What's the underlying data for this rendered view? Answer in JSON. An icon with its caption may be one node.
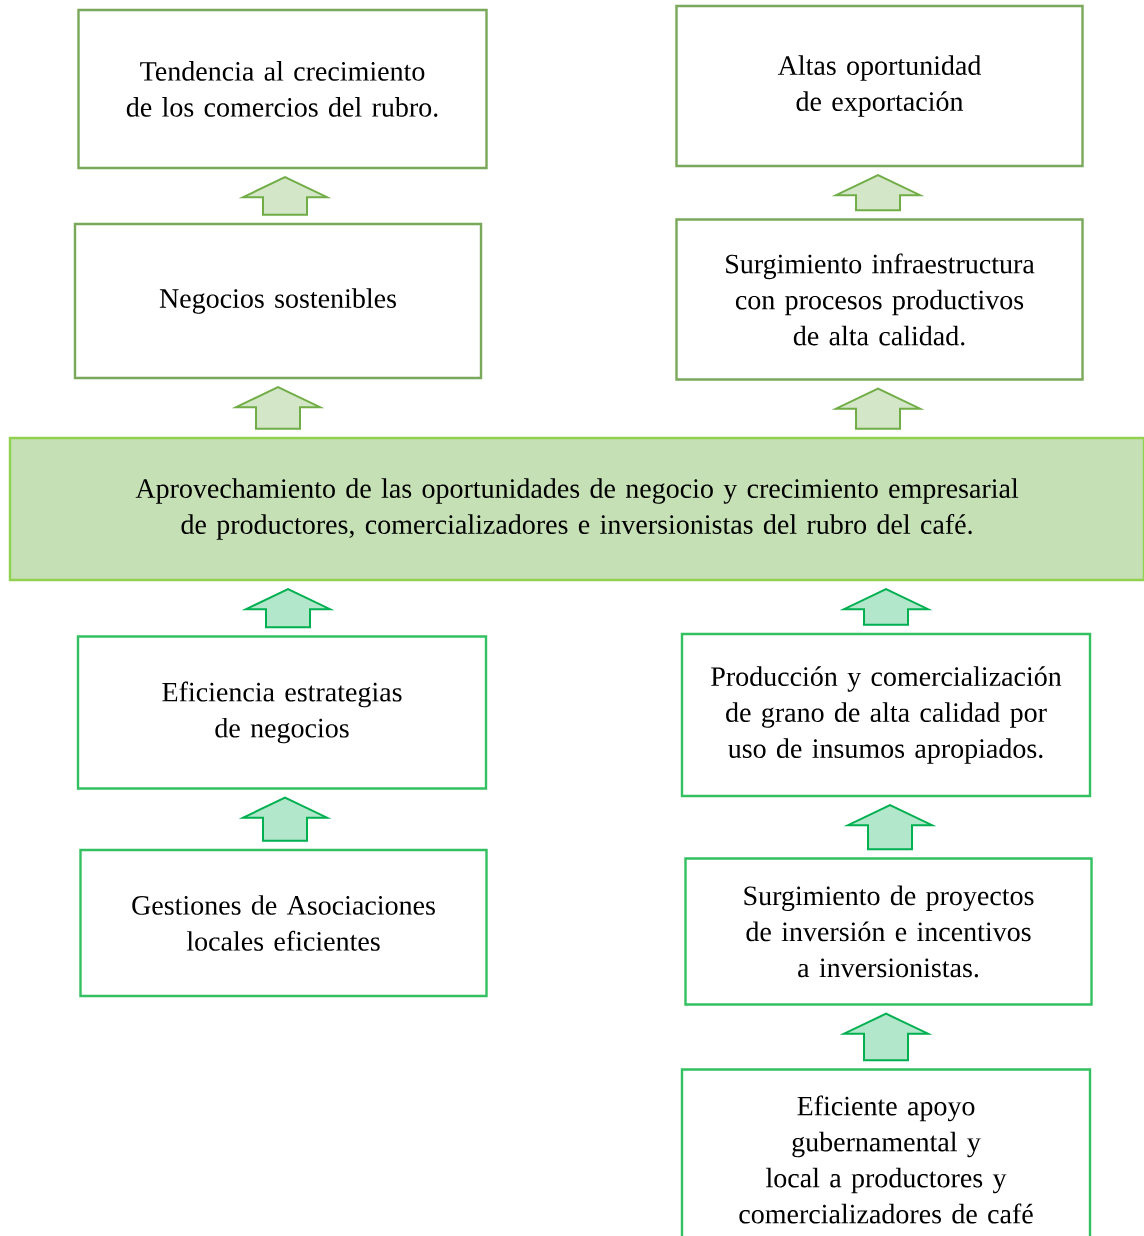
{
  "diagram": {
    "nodes": [
      {
        "text": [
          "Tendencia al crecimiento de los comercios del rubro."
        ]
      },
      {
        "text": [
          "Altas oportunidad de exportación"
        ]
      },
      {
        "text": [
          "Negocios sostenibles"
        ]
      },
      {
        "text": [
          "Surgimiento infraestructura con procesos productivos de alta calidad."
        ]
      },
      {
        "text": [
          "Aprovechamiento de las oportunidades de negocio y crecimiento empresarial de productores, comercializadores e inversionistas del rubro del café."
        ]
      },
      {
        "text": [
          "Eficiencia estrategias de negocios"
        ]
      },
      {
        "text": [
          "Producción y comercialización de grano de alta calidad por uso de insumos apropiados."
        ]
      },
      {
        "text": [
          "Gestiones de Asociaciones locales eficientes"
        ]
      },
      {
        "text": [
          "Surgimiento de proyectos de inversión e incentivos a inversionistas."
        ]
      },
      {
        "text": [
          "Eficiente apoyo gubernamental y local a productores y comercializadores de café"
        ]
      }
    ],
    "edges": [
      {
        "from": 2,
        "to": 0,
        "arrow": "to",
        "color": "#70ad47"
      },
      {
        "from": 3,
        "to": 1,
        "arrow": "to",
        "color": "#70ad47"
      },
      {
        "from": 4,
        "to": 2,
        "arrow": "to",
        "color": "#70ad47"
      },
      {
        "from": 4,
        "to": 3,
        "arrow": "to",
        "color": "#70ad47"
      },
      {
        "from": 5,
        "to": 4,
        "arrow": "to"
      },
      {
        "from": 6,
        "to": 4,
        "arrow": "to"
      },
      {
        "from": 7,
        "to": 5,
        "arrow": "to"
      },
      {
        "from": 8,
        "to": 6,
        "arrow": "to"
      },
      {
        "from": 9,
        "to": 8,
        "arrow": "to"
      }
    ]
  }
}
